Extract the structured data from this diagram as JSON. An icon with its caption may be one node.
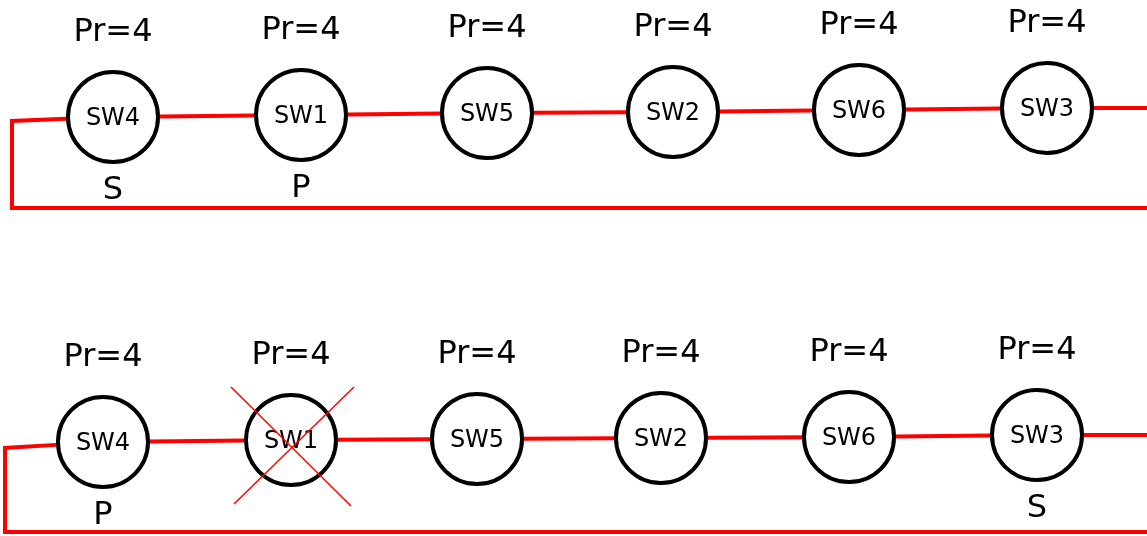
{
  "diagram": {
    "nodes": [
      {
        "text": [
          "SW4"
        ],
        "beside": [
          "Pr=4",
          "S"
        ]
      },
      {
        "text": [
          "SW1"
        ],
        "beside": [
          "Pr=4",
          "P"
        ]
      },
      {
        "text": [
          "SW5"
        ],
        "beside": [
          "Pr=4"
        ]
      },
      {
        "text": [
          "SW2"
        ],
        "beside": [
          "Pr=4"
        ]
      },
      {
        "text": [
          "SW6"
        ],
        "beside": [
          "Pr=4"
        ]
      },
      {
        "text": [
          "SW3"
        ],
        "beside": [
          "Pr=4"
        ]
      },
      {
        "text": [
          "SW4"
        ],
        "beside": [
          "Pr=4",
          "P"
        ]
      },
      {
        "text": [
          "SW1"
        ],
        "beside": [
          "Pr=4"
        ]
      },
      {
        "text": [
          "SW5"
        ],
        "beside": [
          "Pr=4"
        ]
      },
      {
        "text": [
          "SW2"
        ],
        "beside": [
          "Pr=4"
        ]
      },
      {
        "text": [
          "SW6"
        ],
        "beside": [
          "Pr=4"
        ]
      },
      {
        "text": [
          "SW3"
        ],
        "beside": [
          "Pr=4",
          "S"
        ]
      }
    ],
    "edges": [
      {
        "from": 0,
        "to": 1,
        "arrow": "none"
      },
      {
        "from": 1,
        "to": 2,
        "arrow": "none"
      },
      {
        "from": 2,
        "to": 3,
        "arrow": "none"
      },
      {
        "from": 3,
        "to": 4,
        "arrow": "none"
      },
      {
        "from": 4,
        "to": 5,
        "arrow": "none"
      },
      {
        "from": 5,
        "to": null,
        "arrow": "none"
      },
      {
        "from": 0,
        "to": null,
        "arrow": "none"
      },
      {
        "from": 6,
        "to": 7,
        "arrow": "none"
      },
      {
        "from": 7,
        "to": 8,
        "arrow": "none"
      },
      {
        "from": 8,
        "to": 9,
        "arrow": "none"
      },
      {
        "from": 9,
        "to": 10,
        "arrow": "none"
      },
      {
        "from": 10,
        "to": 11,
        "arrow": "none"
      },
      {
        "from": 11,
        "to": null,
        "arrow": "none"
      },
      {
        "from": 6,
        "to": null,
        "arrow": "none"
      }
    ]
  }
}
